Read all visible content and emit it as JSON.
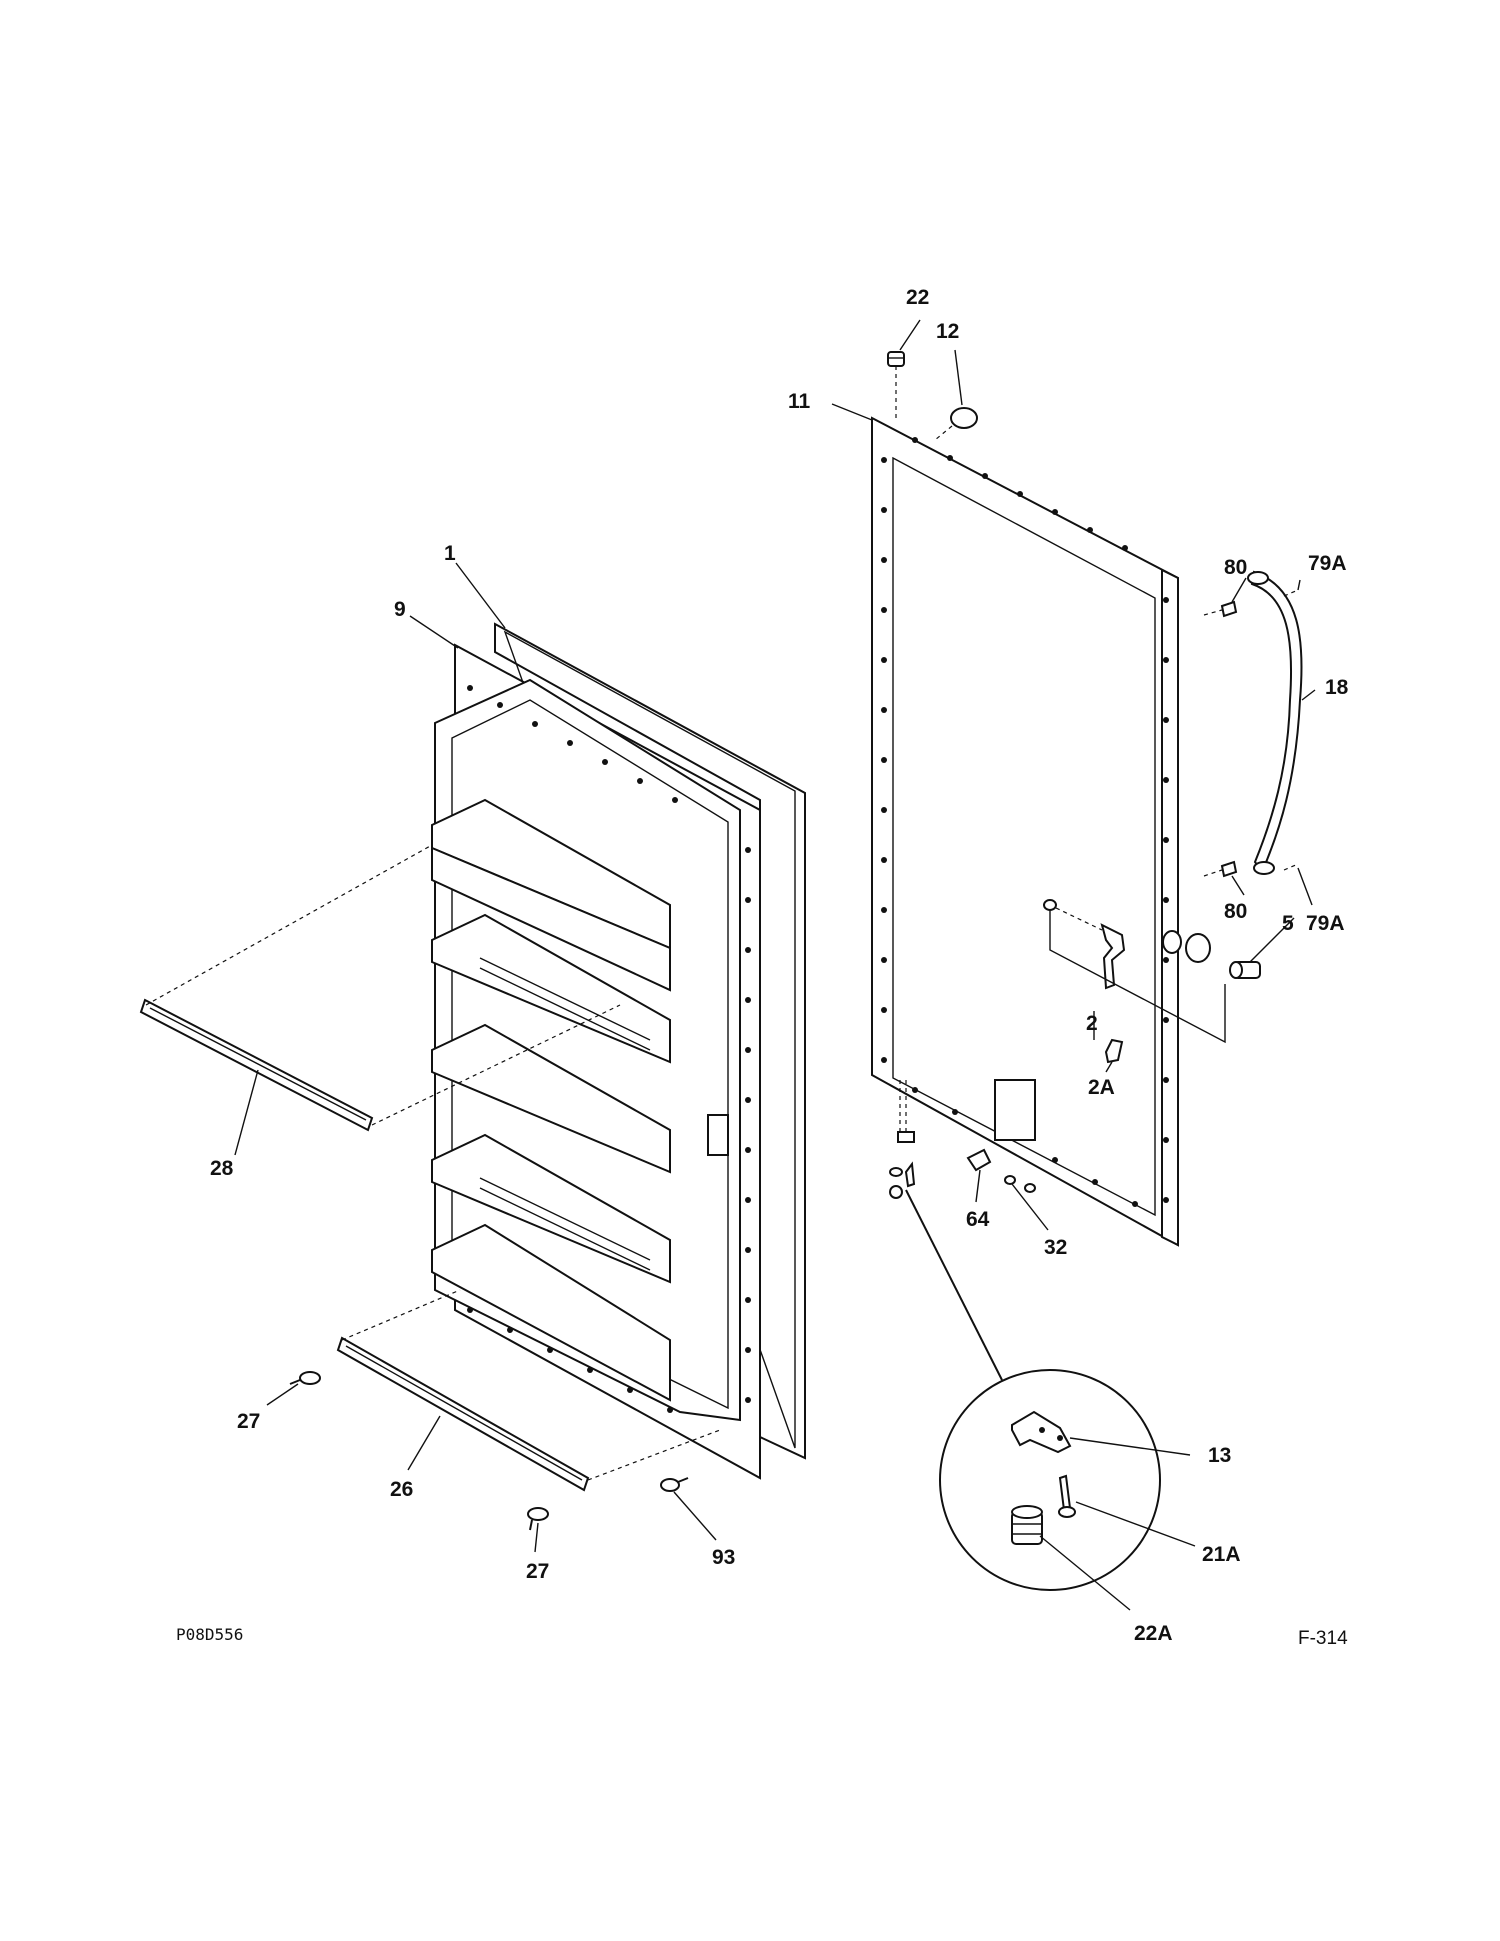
{
  "diagram": {
    "drawing_code": "P08D556",
    "figure_code": "F-314",
    "callouts": {
      "p1": "1",
      "p9": "9",
      "p28": "28",
      "p27a": "27",
      "p26": "26",
      "p27b": "27",
      "p93": "93",
      "p22": "22",
      "p12": "12",
      "p11": "11",
      "p80a": "80",
      "p79Aa": "79A",
      "p18": "18",
      "p80b": "80",
      "p5": "5",
      "p79Ab": "79A",
      "p2": "2",
      "p2A": "2A",
      "p64": "64",
      "p32": "32",
      "p13": "13",
      "p21A": "21A",
      "p22A": "22A"
    }
  }
}
